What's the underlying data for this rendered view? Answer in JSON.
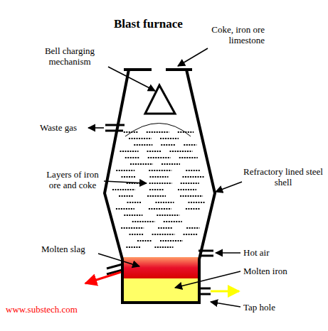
{
  "diagram": {
    "title": "Blast furnace",
    "labels": [
      "Coke, iron ore limestone",
      "Bell charging mechanism",
      "Waste gas",
      "Layers of iron ore and coke",
      "Refractory lined steel shell",
      "Molten slag",
      "Hot air",
      "Molten iron",
      "Tap hole",
      "www.substech.com"
    ]
  }
}
